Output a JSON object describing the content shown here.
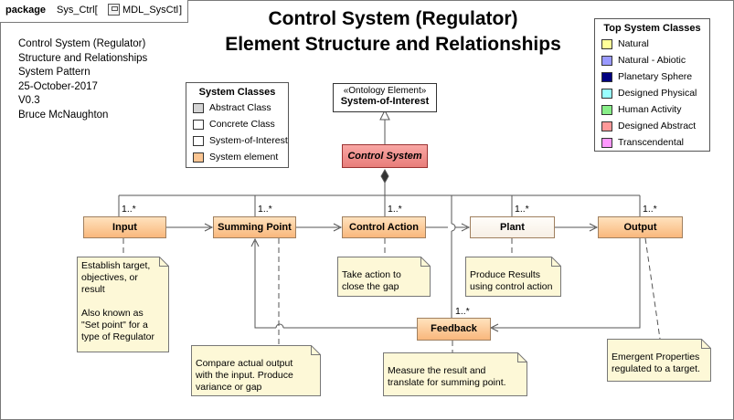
{
  "frame": {
    "keyword": "package",
    "name": "Sys_Ctrl",
    "ref_icon": "package-diagram-icon",
    "ref_name": "MDL_SysCtl"
  },
  "title": {
    "line1": "Control System (Regulator)",
    "line2": "Element Structure and Relationships"
  },
  "info": [
    "Control System (Regulator)",
    "Structure and Relationships",
    "System Pattern",
    "25-October-2017",
    "V0.3",
    "Bruce McNaughton"
  ],
  "system_classes_legend": {
    "title": "System Classes",
    "items": [
      {
        "label": "Abstract Class",
        "color": "#d4d4d4"
      },
      {
        "label": "Concrete Class",
        "color": "#ffffff"
      },
      {
        "label": "System-of-Interest",
        "color": "#ffffff"
      },
      {
        "label": "System element",
        "color": "#fbc592"
      }
    ]
  },
  "top_classes_legend": {
    "title": "Top System Classes",
    "items": [
      {
        "label": "Natural",
        "color": "#ffff99"
      },
      {
        "label": "Natural - Abiotic",
        "color": "#9999ff"
      },
      {
        "label": "Planetary Sphere",
        "color": "#000080"
      },
      {
        "label": "Designed Physical",
        "color": "#99ffff"
      },
      {
        "label": "Human Activity",
        "color": "#88ee88"
      },
      {
        "label": "Designed Abstract",
        "color": "#ff9999"
      },
      {
        "label": "Transcendental",
        "color": "#ff99ff"
      }
    ]
  },
  "ontology_element": {
    "stereotype": "«Ontology Element»",
    "name": "System-of-Interest"
  },
  "control_system": {
    "name": "Control System"
  },
  "blocks": {
    "input": "Input",
    "summing_point": "Summing Point",
    "control_action": "Control Action",
    "plant": "Plant",
    "output": "Output",
    "feedback": "Feedback"
  },
  "multiplicities": {
    "input": "1..*",
    "summing_point": "1..*",
    "control_action": "1..*",
    "plant": "1..*",
    "output": "1..*",
    "feedback": "1..*"
  },
  "notes": {
    "input": "Establish target,\nobjectives, or\nresult\n\nAlso known as\n\"Set point\" for a\ntype of Regulator",
    "summing_point": "Compare actual output\nwith the input.  Produce\nvariance or gap",
    "control_action": "Take action to\nclose the gap",
    "plant": "Produce Results\nusing control action",
    "feedback": "Measure the result and\ntranslate for summing point.",
    "output": "Emergent Properties\nregulated to a target."
  }
}
